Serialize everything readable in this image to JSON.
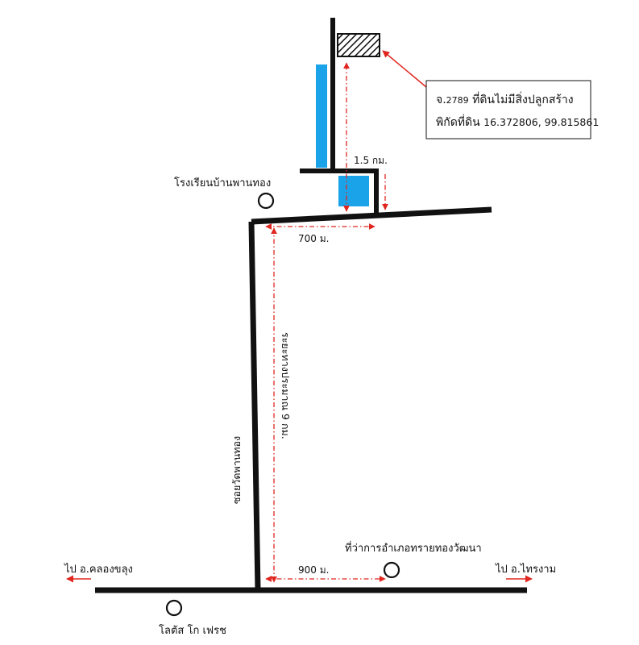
{
  "callout": {
    "line1_prefix": "จ.",
    "line1_number": "2789",
    "line1_text": " ที่ดินไม่มีสิ่งปลูกสร้าง",
    "line2_prefix": "พิกัดที่ดิน ",
    "line2_coords": "16.372806, 99.815861"
  },
  "places": {
    "school": "โรงเรียนบ้านพานทอง",
    "district_office": "ที่ว่าการอำเภอทรายทองวัฒนา",
    "lotus": "โลตัส โก เฟรช"
  },
  "directions": {
    "left": "ไป อ.คลองขลุง",
    "right": "ไป อ.ไทรงาม"
  },
  "roads": {
    "soi_name": "ซอยวัดพานทอง"
  },
  "distances": {
    "north_leg": "1.5 กม.",
    "top_road": "700 ม.",
    "soi_length": "ระยะทางประมาณ 9 กม.",
    "bottom_road": "900 ม."
  },
  "colors": {
    "road": "#111111",
    "water": "#1aa3e8",
    "distance_marker": "#e0261f",
    "land_hatch": "#111111"
  }
}
